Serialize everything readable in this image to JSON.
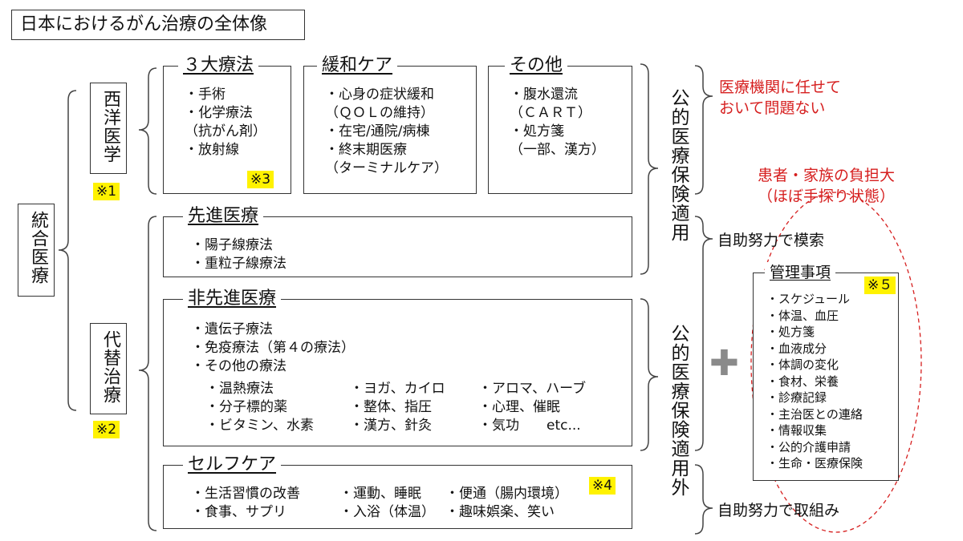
{
  "page_title": "日本におけるがん治療の全体像",
  "root": "統合医療",
  "western": {
    "label": "西洋医学",
    "note": "※1"
  },
  "alternative": {
    "label": "代替治療",
    "note": "※2"
  },
  "box_3major": {
    "title": "３大療法",
    "items": [
      "・手術",
      "・化学療法",
      "（抗がん剤）",
      "・放射線"
    ],
    "note": "※3"
  },
  "box_palliative": {
    "title": "緩和ケア",
    "items": [
      "・心身の症状緩和",
      "（ＱＯＬの維持）",
      "・在宅/通院/病棟",
      "・終末期医療",
      "（ターミナルケア）"
    ]
  },
  "box_other": {
    "title": "その他",
    "items": [
      "・腹水還流",
      "（ＣＡＲＴ）",
      "・処方箋",
      "（一部、漢方）"
    ]
  },
  "box_advanced": {
    "title": "先進医療",
    "items": [
      "・陽子線療法",
      "・重粒子線療法"
    ]
  },
  "box_nonadvanced": {
    "title": "非先進医療",
    "items": [
      "・遺伝子療法",
      "・免疫療法（第４の療法）",
      "・その他の療法"
    ],
    "grid": [
      [
        "・温熱療法",
        "・ヨガ、カイロ",
        "・アロマ、ハーブ"
      ],
      [
        "・分子標的薬",
        "・整体、指圧",
        "・心理、催眠"
      ],
      [
        "・ビタミン、水素",
        "・漢方、針灸",
        "・気功　　etc..."
      ]
    ]
  },
  "box_selfcare": {
    "title": "セルフケア",
    "rows": [
      [
        "・生活習慣の改善",
        "・運動、睡眠",
        "・便通（腸内環境）"
      ],
      [
        "・食事、サプリ",
        "・入浴（体温）",
        "・趣味娯楽、笑い"
      ]
    ],
    "note": "※4"
  },
  "insurance_applied": "公的医療保険適用",
  "insurance_not_applied": "公的医療保険適用外",
  "red_note1": [
    "医療機関に任せて",
    "おいて問題ない"
  ],
  "red_note2": [
    "患者・家族の負担大",
    "（ほぼ手探り状態）"
  ],
  "self_search": "自助努力で模索",
  "self_effort": "自助努力で取組み",
  "plus_symbol": "✚",
  "management": {
    "title": "管理事項",
    "note": "※５",
    "items": [
      "・スケジュール",
      "・体温、血圧",
      "・処方箋",
      "・血液成分",
      "・体調の変化",
      "・食材、栄養",
      "・診療記録",
      "・主治医との連絡",
      "・情報収集",
      "・公的介護申請",
      "・生命・医療保険"
    ]
  },
  "colors": {
    "red": "#d61f1f",
    "highlight": "#fff200",
    "plus": "#8a8a8a"
  }
}
